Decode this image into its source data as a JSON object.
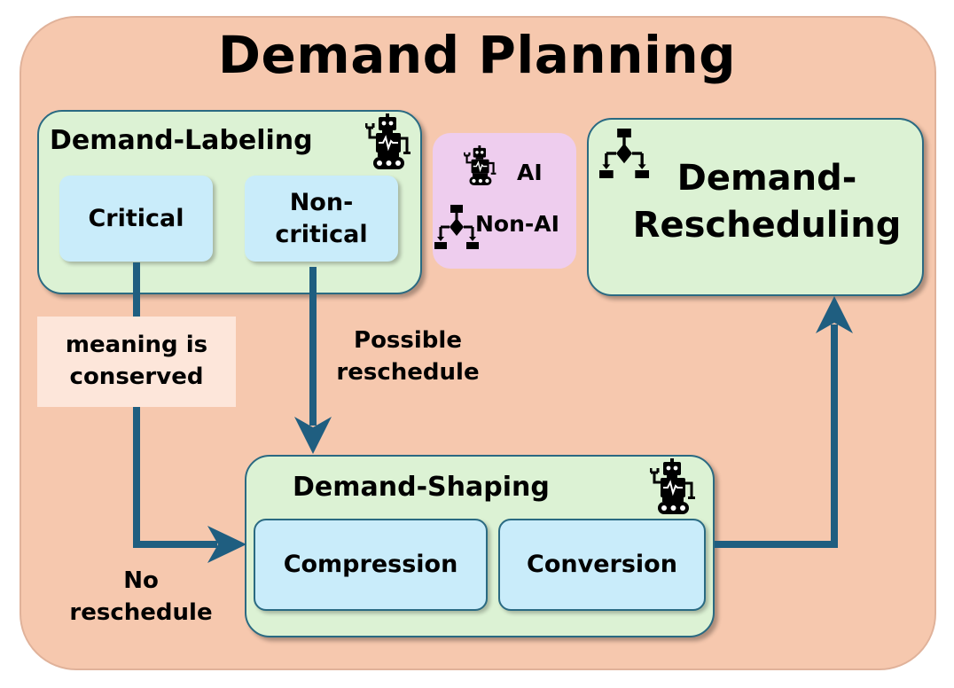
{
  "title": "Demand Planning",
  "demand_labeling": {
    "title": "Demand-Labeling",
    "critical": "Critical",
    "non_critical": "Non-\ncritical"
  },
  "legend": {
    "ai": "AI",
    "non_ai": "Non-AI"
  },
  "demand_rescheduling": {
    "title": "Demand-\nRescheduling"
  },
  "demand_shaping": {
    "title": "Demand-Shaping",
    "compression": "Compression",
    "conversion": "Conversion"
  },
  "edges": {
    "meaning_conserved": "meaning is\nconserved",
    "possible_reschedule": "Possible\nreschedule",
    "no_reschedule": "No\nreschedule"
  },
  "icons": {
    "ai": "robot-icon",
    "non_ai": "flowchart-icon"
  },
  "colors": {
    "background": "#f6c8ae",
    "stage_box": "#dcf2d4",
    "option_box": "#c9ecfa",
    "legend_box": "#eecdee",
    "arrow": "#1f5e80"
  }
}
